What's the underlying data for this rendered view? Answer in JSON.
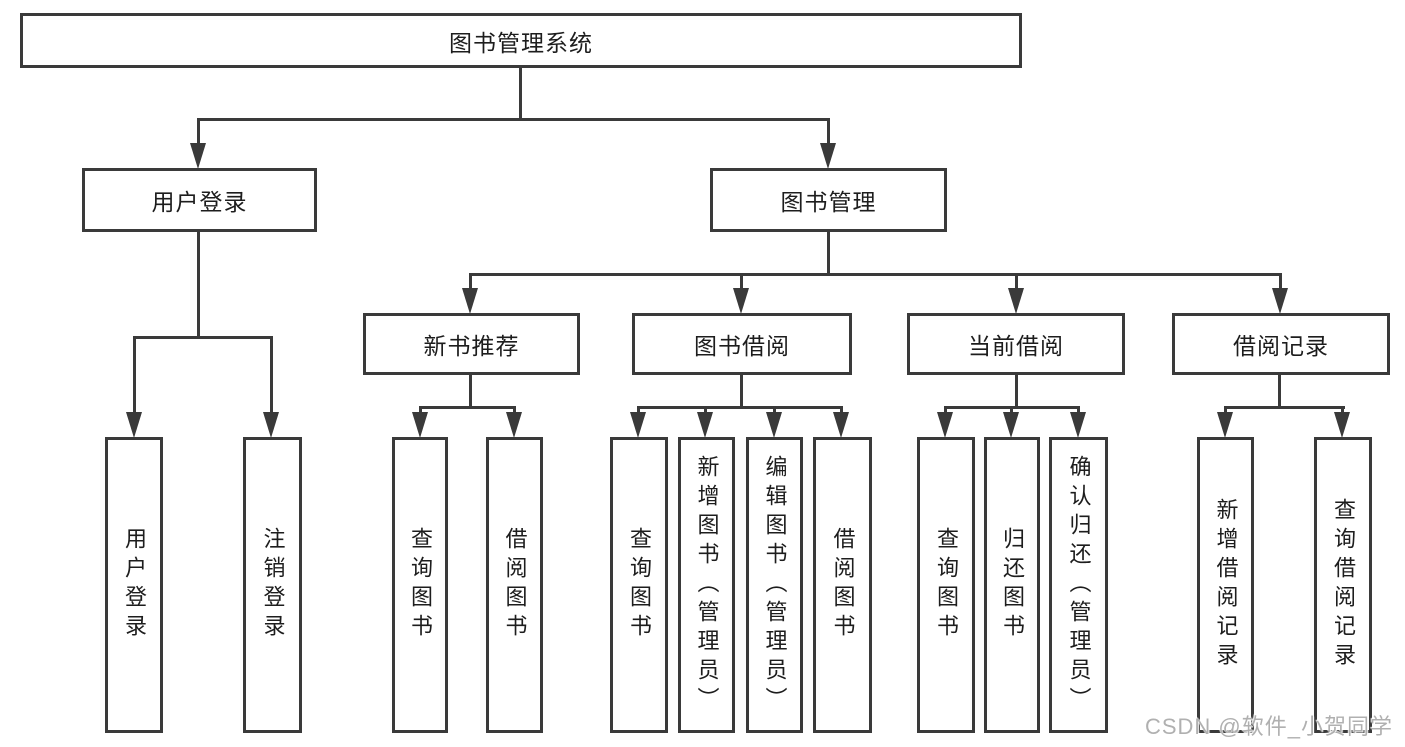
{
  "diagram": {
    "root_label": "图书管理系统",
    "level2": [
      {
        "id": "user-login",
        "label": "用户登录"
      },
      {
        "id": "book-management",
        "label": "图书管理"
      }
    ],
    "level3": [
      {
        "id": "new-book-recommend",
        "label": "新书推荐"
      },
      {
        "id": "book-borrow",
        "label": "图书借阅"
      },
      {
        "id": "current-borrow",
        "label": "当前借阅"
      },
      {
        "id": "borrow-records",
        "label": "借阅记录"
      }
    ],
    "leaves": [
      {
        "id": "user-login",
        "label": "用户登录"
      },
      {
        "id": "logout",
        "label": "注销登录"
      },
      {
        "id": "query-books-a",
        "label": "查询图书"
      },
      {
        "id": "borrow-books-a",
        "label": "借阅图书"
      },
      {
        "id": "query-books-b",
        "label": "查询图书"
      },
      {
        "id": "add-books-admin",
        "label": "新增图书（管理员）"
      },
      {
        "id": "edit-books-admin",
        "label": "编辑图书（管理员）"
      },
      {
        "id": "borrow-books-b",
        "label": "借阅图书"
      },
      {
        "id": "query-books-c",
        "label": "查询图书"
      },
      {
        "id": "return-books",
        "label": "归还图书"
      },
      {
        "id": "confirm-return-admin",
        "label": "确认归还（管理员）"
      },
      {
        "id": "add-borrow-record",
        "label": "新增借阅记录"
      },
      {
        "id": "query-borrow-record",
        "label": "查询借阅记录"
      }
    ]
  },
  "watermark": "CSDN @软件_小贺同学",
  "colors": {
    "line": "#3a3a3a",
    "text": "#1d1d1d",
    "watermark": "#b0b0b0",
    "background": "#ffffff"
  }
}
